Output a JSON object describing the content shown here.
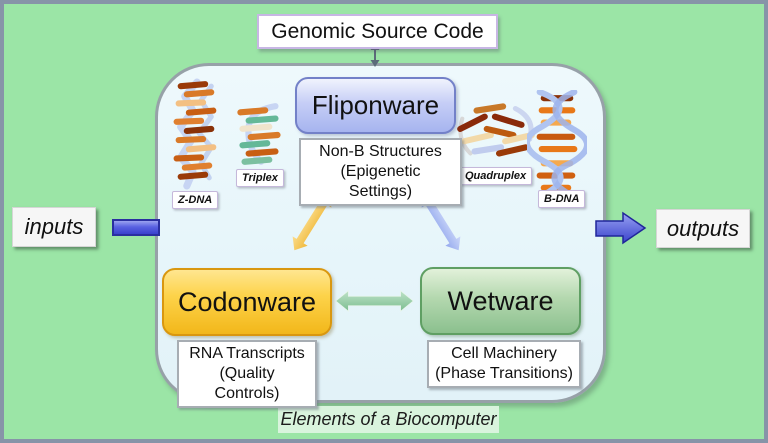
{
  "caption": "Elements of a Biocomputer",
  "header": {
    "source_box": "Genomic Source Code"
  },
  "io": {
    "inputs": "inputs",
    "outputs": "outputs"
  },
  "modules": {
    "fliponware": {
      "label": "Fliponware",
      "note_line1": "Non-B Structures",
      "note_line2": "(Epigenetic Settings)"
    },
    "codonware": {
      "label": "Codonware",
      "note_line1": "RNA Transcripts",
      "note_line2": "(Quality Controls)"
    },
    "wetware": {
      "label": "Wetware",
      "note_line1": "Cell Machinery",
      "note_line2": "(Phase Transitions)"
    }
  },
  "structures": [
    {
      "name": "Z-DNA"
    },
    {
      "name": "Triplex"
    },
    {
      "name": "Quadruplex"
    },
    {
      "name": "B-DNA"
    }
  ],
  "colors": {
    "background_green": "#9be5a6",
    "frame_border": "#8794a8",
    "panel_fill": "#e9f7fb",
    "fliponware_blue": "#a6b4ef",
    "codonware_yellow": "#f2b71a",
    "wetware_green": "#8bc08e",
    "io_arrow_blue": "#3a42cc",
    "arrow_yellow": "#f6c94f",
    "arrow_blue": "#a9bbf2",
    "arrow_green": "#8fc9a0",
    "caption_bg": "#d9f4dd"
  }
}
